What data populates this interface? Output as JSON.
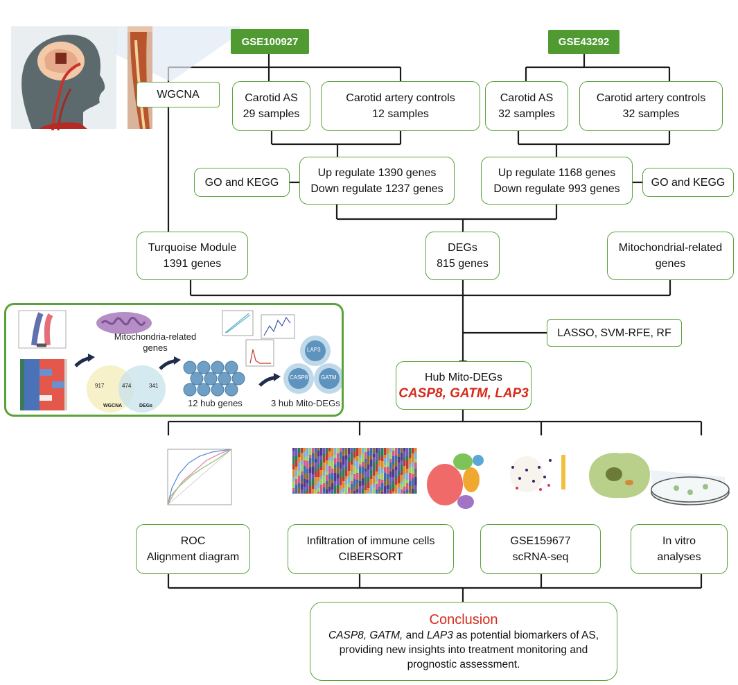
{
  "sources": {
    "left_dataset": "GSE100927",
    "right_dataset": "GSE43292"
  },
  "left_branch": {
    "wgcna": "WGCNA",
    "case_title": "Carotid AS",
    "case_count": "29 samples",
    "control_title": "Carotid artery controls",
    "control_count": "12 samples",
    "enrichment": "GO and KEGG",
    "up": "Up regulate 1390 genes",
    "down": "Down regulate 1237 genes",
    "module_title": "Turquoise Module",
    "module_count": "1391 genes"
  },
  "right_branch": {
    "case_title": "Carotid AS",
    "case_count": "32 samples",
    "control_title": "Carotid artery controls",
    "control_count": "32 samples",
    "up": "Up regulate 1168 genes",
    "down": "Down regulate 993 genes",
    "enrichment": "GO and KEGG"
  },
  "degs": {
    "title": "DEGs",
    "count": "815 genes"
  },
  "mito": {
    "line1": "Mitochondrial-related",
    "line2": "genes"
  },
  "ml": "LASSO, SVM-RFE, RF",
  "hub": {
    "title": "Hub Mito-DEGs",
    "genes": "CASP8, GATM, LAP3"
  },
  "panel": {
    "mito_label_1": "Mitochondria-related",
    "mito_label_2": "genes",
    "hub12": "12 hub genes",
    "hub3": "3 hub Mito-DEGs",
    "venn_left": "WGCNA",
    "venn_right": "DEGs",
    "venn_a": "917",
    "venn_ab": "474",
    "venn_b": "341",
    "circle_1": "LAP3",
    "circle_2": "CASP8",
    "circle_3": "GATM"
  },
  "analyses": [
    {
      "line1": "ROC",
      "line2": "Alignment diagram"
    },
    {
      "line1": "Infiltration of immune cells",
      "line2": "CIBERSORT"
    },
    {
      "line1": "GSE159677",
      "line2": "scRNA-seq"
    },
    {
      "line1": "In vitro",
      "line2": "analyses"
    }
  ],
  "conclusion": {
    "title": "Conclusion",
    "genes_a": "CASP8,",
    "genes_b": "GATM,",
    "and": "and",
    "genes_c": "LAP3",
    "rest": "as potential biomarkers of AS,",
    "line2": "providing new insights into treatment monitoring and",
    "line3": "prognostic assessment."
  },
  "colors": {
    "accent": "#5aa23a",
    "tag": "#4f9b32",
    "highlight": "#d62a1b"
  }
}
